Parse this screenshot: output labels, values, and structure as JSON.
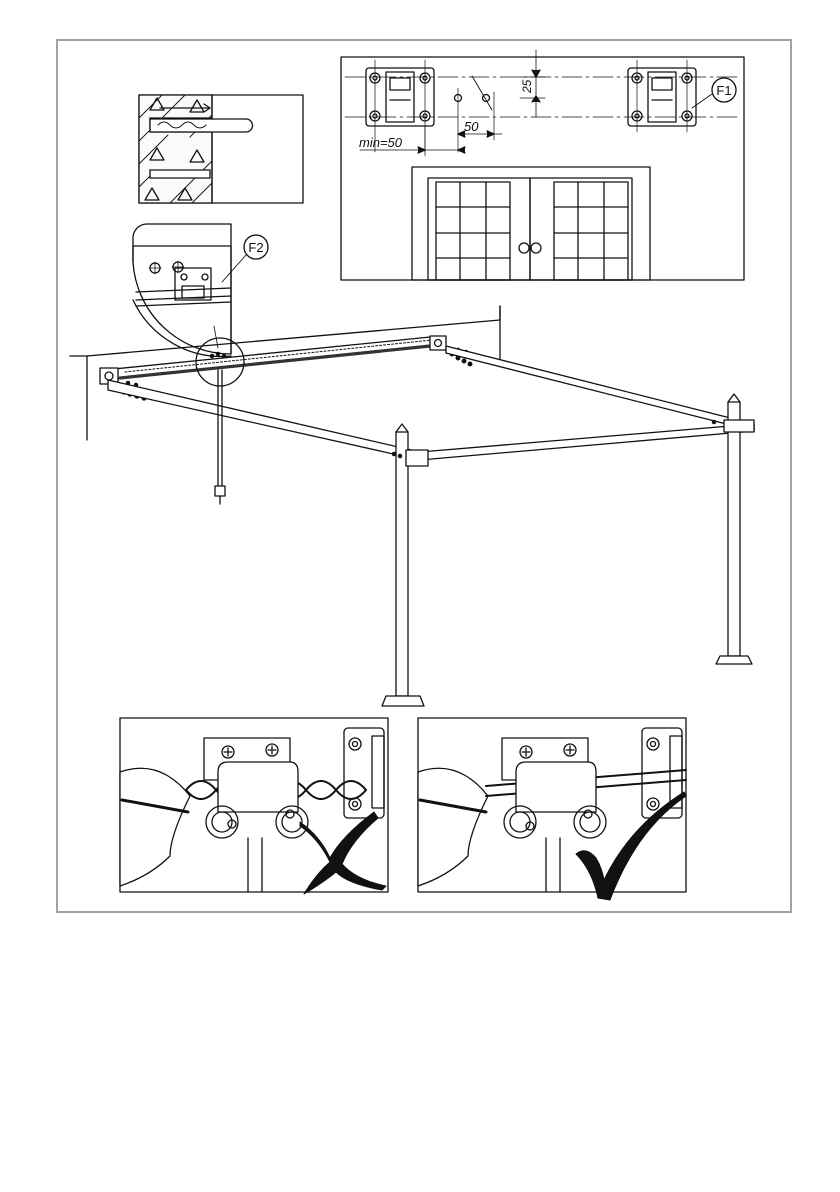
{
  "callouts": {
    "f1": "F1",
    "f2": "F2"
  },
  "dimensions": {
    "vertical_offset": "25",
    "horizontal_spacing": "50",
    "min_clearance": "min=50"
  },
  "figure": {
    "border_color": "#a3a3a3",
    "line_color": "#111111",
    "wrong_mark_icon": "cross-mark-icon",
    "right_mark_icon": "check-mark-icon"
  }
}
